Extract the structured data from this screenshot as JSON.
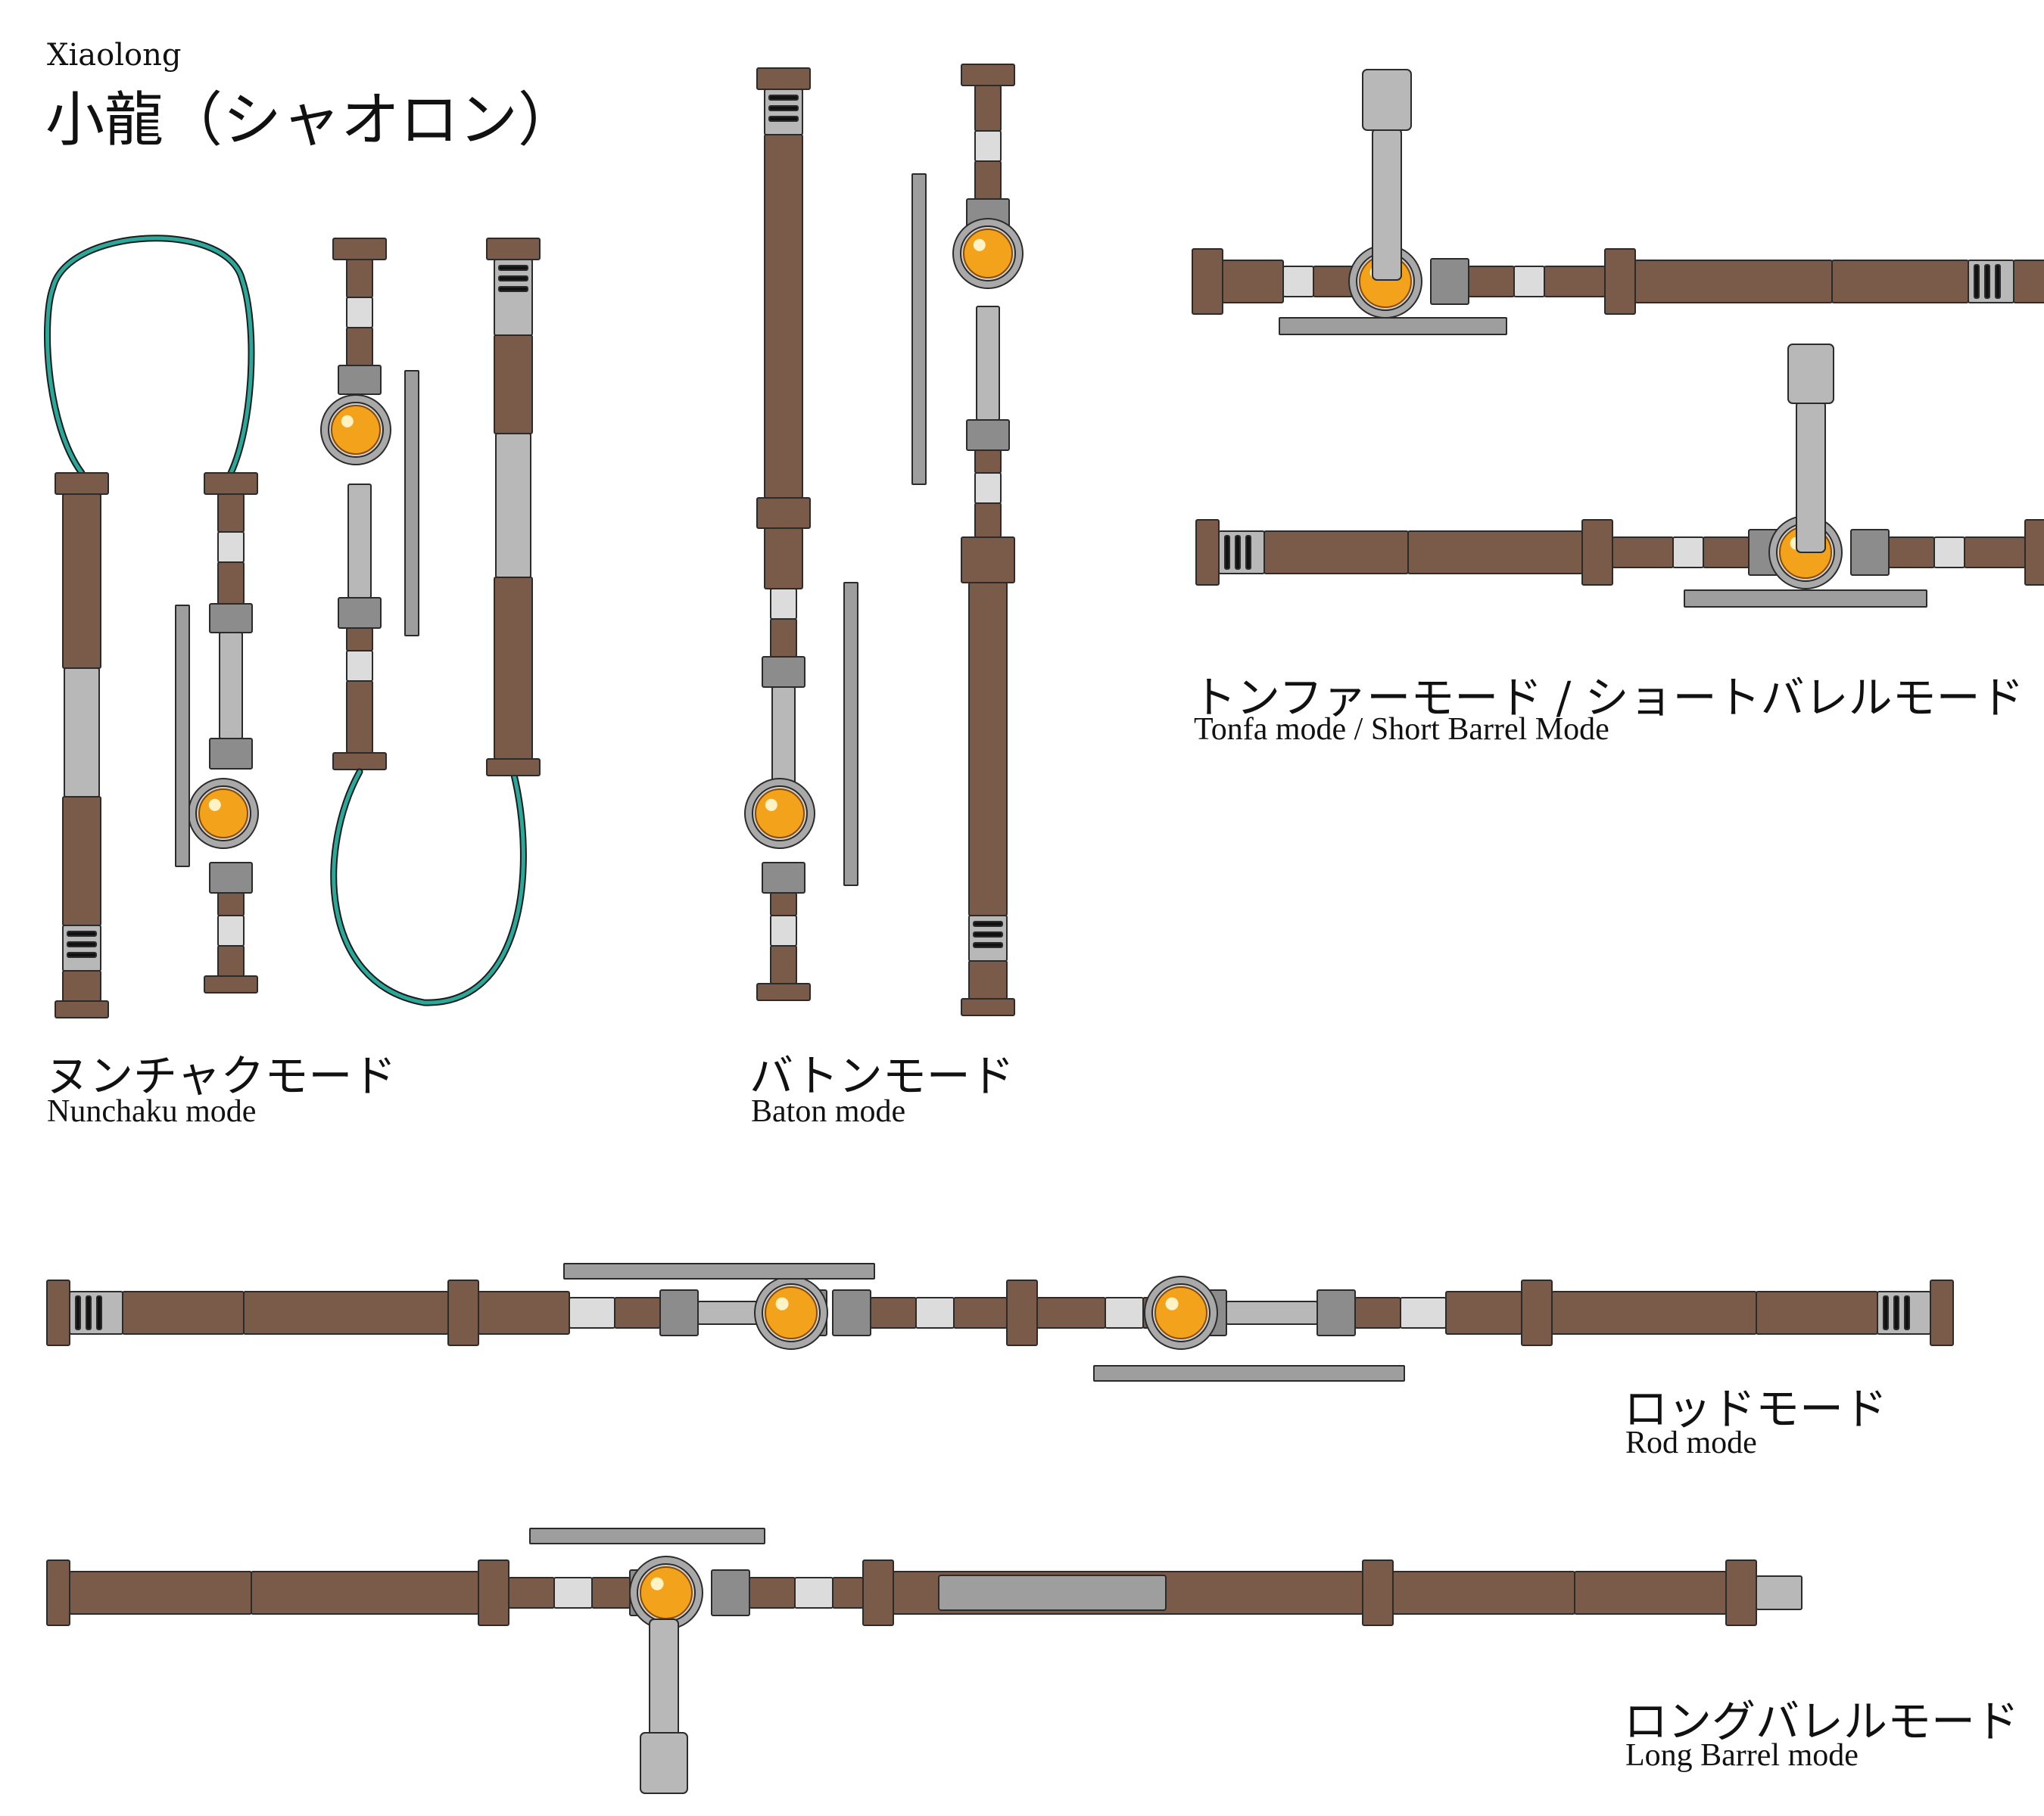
{
  "title": {
    "romaji": "Xiaolong",
    "japanese": "小龍（シャオロン）"
  },
  "modes": [
    {
      "id": "nunchaku",
      "ja": "ヌンチャクモード",
      "en": "Nunchaku mode"
    },
    {
      "id": "baton",
      "ja": "バトンモード",
      "en": "Baton mode"
    },
    {
      "id": "tonfa",
      "ja": "トンファーモード / ショートバレルモード",
      "en": "Tonfa mode / Short Barrel Mode"
    },
    {
      "id": "rod",
      "ja": "ロッドモード",
      "en": "Rod mode"
    },
    {
      "id": "longbarrel",
      "ja": "ロングバレルモード",
      "en": "Long Barrel mode"
    }
  ],
  "colors": {
    "wood": "#7a5a48",
    "metal": "#b8b8b8",
    "metal_dark": "#8c8c8c",
    "light_band": "#dcdcdc",
    "cord": "#2aa89a",
    "core": "#f3a21b",
    "outline": "#2b2b2b"
  }
}
